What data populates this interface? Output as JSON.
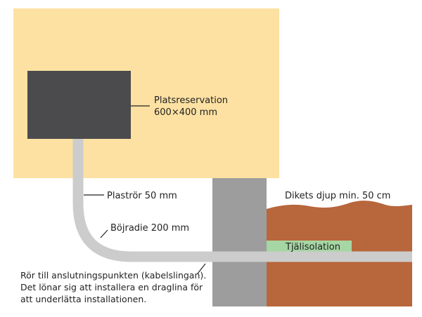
{
  "colors": {
    "background": "#ffffff",
    "area": "#fde1a2",
    "box": "#4b4b4d",
    "pipe": "#cccccc",
    "wall": "#9d9d9d",
    "soil": "#b8663b",
    "insulation": "#a6d6a3",
    "line": "#222222"
  },
  "labels": {
    "reservation_line1": "Platsreservation",
    "reservation_line2": "600×400 mm",
    "pipe": "Plaströr 50 mm",
    "bend": "Böjradie 200 mm",
    "depth": "Dikets djup min. 50 cm",
    "insulation": "Tjälisolation",
    "note_line1": "Rör till anslutningspunkten (kabelslingan).",
    "note_line2": "Det lönar sig att installera en draglina för",
    "note_line3": "att underlätta installationen."
  }
}
